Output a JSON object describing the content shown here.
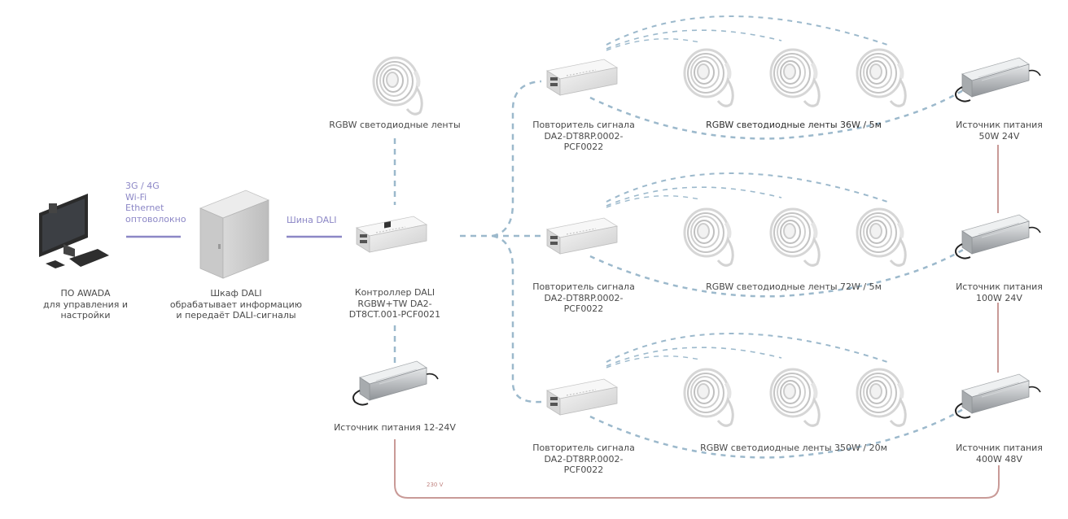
{
  "computer": {
    "lines": [
      "ПО AWADA",
      "для управления и",
      "настройки"
    ]
  },
  "networks": {
    "lines": [
      "3G / 4G",
      "Wi-Fi",
      "Ethernet",
      "оптоволокно"
    ]
  },
  "cabinet": {
    "lines": [
      "Шкаф DALI",
      "обрабатывает информацию",
      "и передаёт DALI-сигналы"
    ]
  },
  "bus": {
    "label": "Шина DALI"
  },
  "top_strips": {
    "label": "RGBW светодиодные ленты"
  },
  "controller": {
    "lines": [
      "Контроллер DALI",
      "RGBW+TW DA2-",
      "DT8CT.001-PCF0021"
    ]
  },
  "controller_psu": {
    "label": "Источник питания 12-24V"
  },
  "voltage": {
    "label": "230 V"
  },
  "rows": [
    {
      "repeater_lines": [
        "Повторитель сигнала",
        "DA2-DT8RP.0002-",
        "PCF0022"
      ],
      "strips_label": "RGBW светодиодные ленты 36W / 5м",
      "psu_lines": [
        "Источник питания",
        "50W 24V"
      ]
    },
    {
      "repeater_lines": [
        "Повторитель сигнала",
        "DA2-DT8RP.0002-",
        "PCF0022"
      ],
      "strips_label": "RGBW светодиодные ленты 72W / 5м",
      "psu_lines": [
        "Источник питания",
        "100W 24V"
      ]
    },
    {
      "repeater_lines": [
        "Повторитель сигнала",
        "DA2-DT8RP.0002-",
        "PCF0022"
      ],
      "strips_label": "RGBW светодиодные ленты 350W / 20м",
      "psu_lines": [
        "Источник питания",
        "400W 48V"
      ]
    }
  ],
  "colors": {
    "signal_line": "#9cb9cc",
    "power_line": "#c99a97",
    "network_line": "#8c87c6"
  }
}
